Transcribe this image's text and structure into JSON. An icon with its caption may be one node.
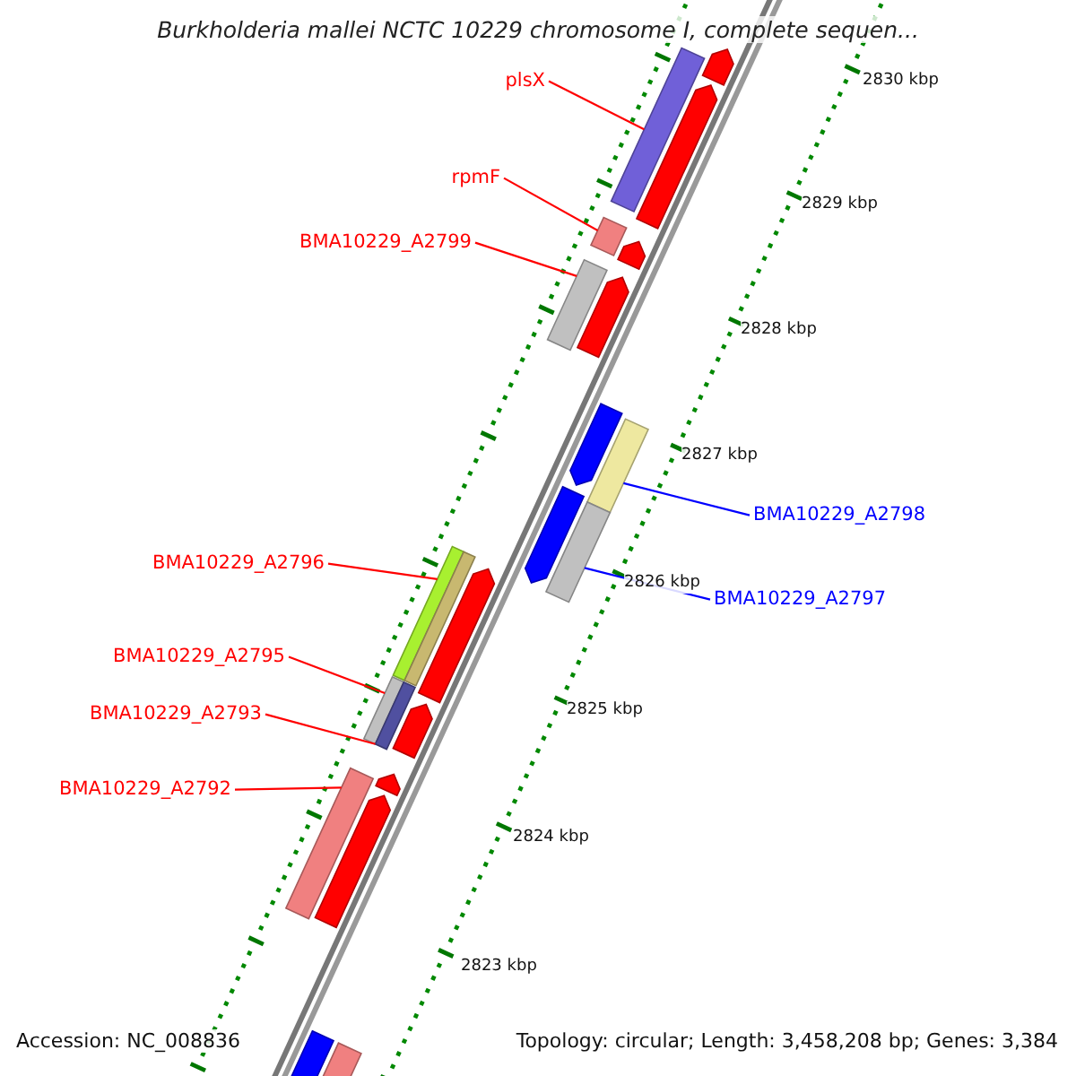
{
  "diagram": {
    "title": "Burkholderia mallei NCTC 10229 chromosome I, complete sequen...",
    "nodes": [
      {
        "text": [
          "plsX"
        ]
      },
      {
        "text": [
          "rpmF"
        ]
      },
      {
        "text": [
          "BMA10229_A2799"
        ]
      },
      {
        "text": [
          "BMA10229_A2798"
        ]
      },
      {
        "text": [
          "BMA10229_A2797"
        ]
      },
      {
        "text": [
          "BMA10229_A2796"
        ]
      },
      {
        "text": [
          "BMA10229_A2795"
        ]
      },
      {
        "text": [
          "BMA10229_A2793"
        ]
      },
      {
        "text": [
          "BMA10229_A2792"
        ]
      },
      {
        "text": [],
        "shape": "bar"
      },
      {
        "text": [],
        "shape": "bar"
      },
      {
        "text": [],
        "shape": "bar"
      },
      {
        "text": [],
        "shape": "bar"
      },
      {
        "text": [],
        "shape": "bar"
      },
      {
        "text": [],
        "shape": "bar"
      },
      {
        "text": [],
        "shape": "bar"
      },
      {
        "text": [],
        "shape": "bar"
      },
      {
        "text": [],
        "shape": "bar"
      },
      {
        "text": [],
        "shape": "arrow"
      },
      {
        "text": [],
        "shape": "arrow"
      },
      {
        "text": [],
        "shape": "arrow"
      },
      {
        "text": [],
        "shape": "arrow"
      },
      {
        "text": [],
        "shape": "arrow"
      },
      {
        "text": [],
        "shape": "arrow"
      },
      {
        "text": [],
        "shape": "bar"
      },
      {
        "text": [],
        "shape": "arrow"
      },
      {
        "text": [],
        "shape": "arrow"
      },
      {
        "text": [],
        "shape": "arrow"
      },
      {
        "text": [],
        "shape": "arrow"
      },
      {
        "text": [],
        "shape": "arrow"
      },
      {
        "text": [],
        "shape": "bar"
      }
    ],
    "edges": [
      {
        "from": 0,
        "to": 9,
        "arrow": "none"
      },
      {
        "from": 1,
        "to": 10,
        "arrow": "none"
      },
      {
        "from": 2,
        "to": 11,
        "arrow": "none"
      },
      {
        "from": 3,
        "to": 12,
        "arrow": "none",
        "color": "#0000ff"
      },
      {
        "from": 4,
        "to": 13,
        "arrow": "none",
        "color": "#0000ff"
      },
      {
        "from": 5,
        "to": 14,
        "arrow": "none"
      },
      {
        "from": 6,
        "to": 15,
        "arrow": "none"
      },
      {
        "from": 7,
        "to": 16,
        "arrow": "none"
      },
      {
        "from": 8,
        "to": 17,
        "arrow": "none"
      }
    ],
    "labels": [
      "2830 kbp",
      "2829 kbp",
      "2828 kbp",
      "2827 kbp",
      "2826 kbp",
      "2825 kbp",
      "2824 kbp",
      "2823 kbp",
      "Accession: NC_008836",
      "Topology: circular; Length: 3,458,208 bp; Genes: 3,384"
    ]
  }
}
